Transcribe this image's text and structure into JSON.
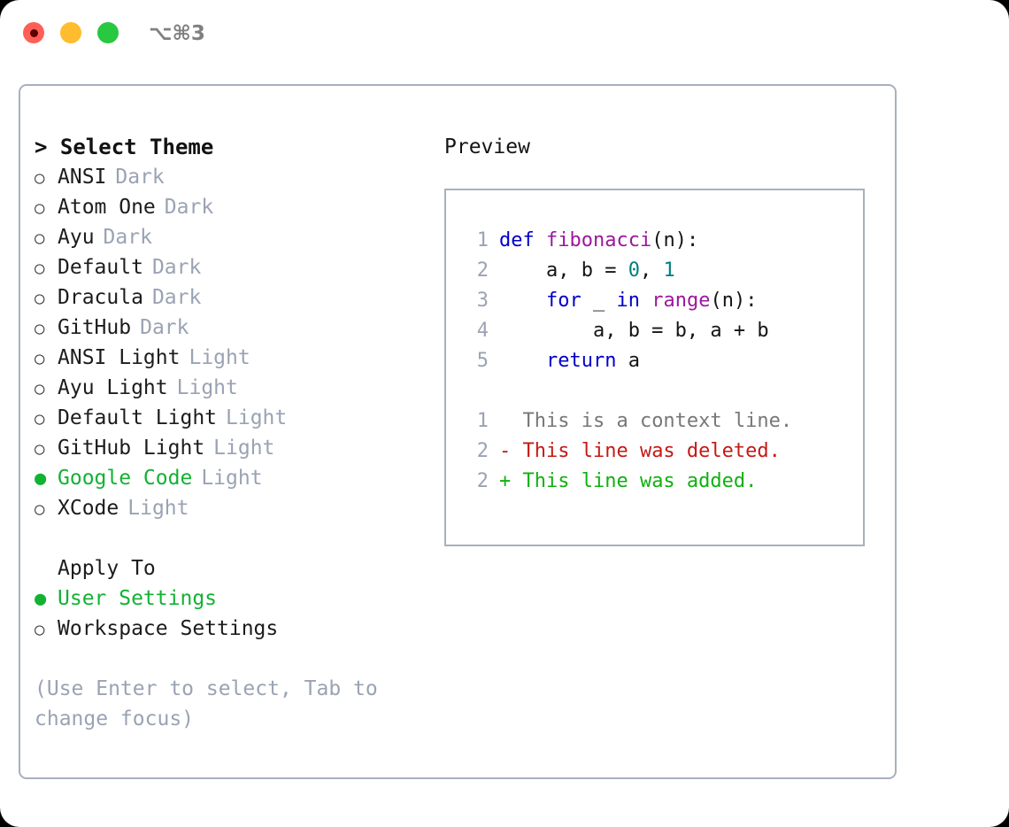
{
  "window": {
    "shortcut": "⌥⌘3",
    "traffic_lights": [
      "close-red",
      "minimize-yellow",
      "maximize-green"
    ],
    "colors": {
      "red": "#ff5f57",
      "yellow": "#febc2e",
      "green": "#28c840",
      "border": "#a7b0bf",
      "accent_green": "#12b233",
      "muted": "#9aa3b3"
    }
  },
  "theme_picker": {
    "header": "> Select Theme",
    "markers": {
      "unselected": "○",
      "selected": "●"
    },
    "options": [
      {
        "name": "ANSI",
        "mode": "Dark",
        "selected": false
      },
      {
        "name": "Atom One",
        "mode": "Dark",
        "selected": false
      },
      {
        "name": "Ayu",
        "mode": "Dark",
        "selected": false
      },
      {
        "name": "Default",
        "mode": "Dark",
        "selected": false
      },
      {
        "name": "Dracula",
        "mode": "Dark",
        "selected": false
      },
      {
        "name": "GitHub",
        "mode": "Dark",
        "selected": false
      },
      {
        "name": "ANSI Light",
        "mode": "Light",
        "selected": false
      },
      {
        "name": "Ayu Light",
        "mode": "Light",
        "selected": false
      },
      {
        "name": "Default Light",
        "mode": "Light",
        "selected": false
      },
      {
        "name": "GitHub Light",
        "mode": "Light",
        "selected": false
      },
      {
        "name": "Google Code",
        "mode": "Light",
        "selected": true
      },
      {
        "name": "XCode",
        "mode": "Light",
        "selected": false
      }
    ]
  },
  "apply_to": {
    "header": "Apply To",
    "options": [
      {
        "name": "User Settings",
        "selected": true
      },
      {
        "name": "Workspace Settings",
        "selected": false
      }
    ]
  },
  "hint": "(Use Enter to select, Tab to change focus)",
  "preview": {
    "title": "Preview",
    "code_lines": [
      {
        "no": "1",
        "tokens": [
          {
            "t": "def ",
            "c": "kw"
          },
          {
            "t": "fibonacci",
            "c": "fn"
          },
          {
            "t": "(n):",
            "c": "pln"
          }
        ]
      },
      {
        "no": "2",
        "tokens": [
          {
            "t": "    a, b = ",
            "c": "pln"
          },
          {
            "t": "0",
            "c": "num"
          },
          {
            "t": ", ",
            "c": "pln"
          },
          {
            "t": "1",
            "c": "num"
          }
        ]
      },
      {
        "no": "3",
        "tokens": [
          {
            "t": "    ",
            "c": "pln"
          },
          {
            "t": "for",
            "c": "kw"
          },
          {
            "t": " _ ",
            "c": "pln"
          },
          {
            "t": "in",
            "c": "kw"
          },
          {
            "t": " ",
            "c": "pln"
          },
          {
            "t": "range",
            "c": "fn"
          },
          {
            "t": "(n):",
            "c": "pln"
          }
        ]
      },
      {
        "no": "4",
        "tokens": [
          {
            "t": "        a, b = b, a + b",
            "c": "pln"
          }
        ]
      },
      {
        "no": "5",
        "tokens": [
          {
            "t": "    ",
            "c": "pln"
          },
          {
            "t": "return",
            "c": "kw"
          },
          {
            "t": " a",
            "c": "pln"
          }
        ]
      }
    ],
    "diff_lines": [
      {
        "no": "1",
        "sign": " ",
        "text": " This is a context line.",
        "c": "ctx"
      },
      {
        "no": "2",
        "sign": "-",
        "text": " This line was deleted.",
        "c": "del"
      },
      {
        "no": "2",
        "sign": "+",
        "text": " This line was added.",
        "c": "add"
      }
    ]
  }
}
